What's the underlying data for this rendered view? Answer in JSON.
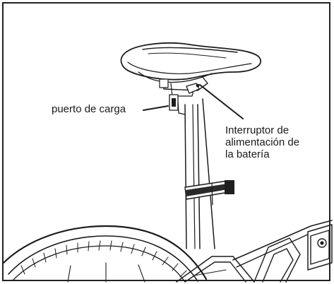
{
  "callouts": {
    "charge_port": "puerto de carga",
    "power_switch": "Interruptor de\nalimentación de\nla batería"
  },
  "icons": [
    "seat",
    "seatpost",
    "charging-port",
    "battery-power-switch",
    "clamp-strap",
    "wheel-fender",
    "frame-bolt"
  ]
}
